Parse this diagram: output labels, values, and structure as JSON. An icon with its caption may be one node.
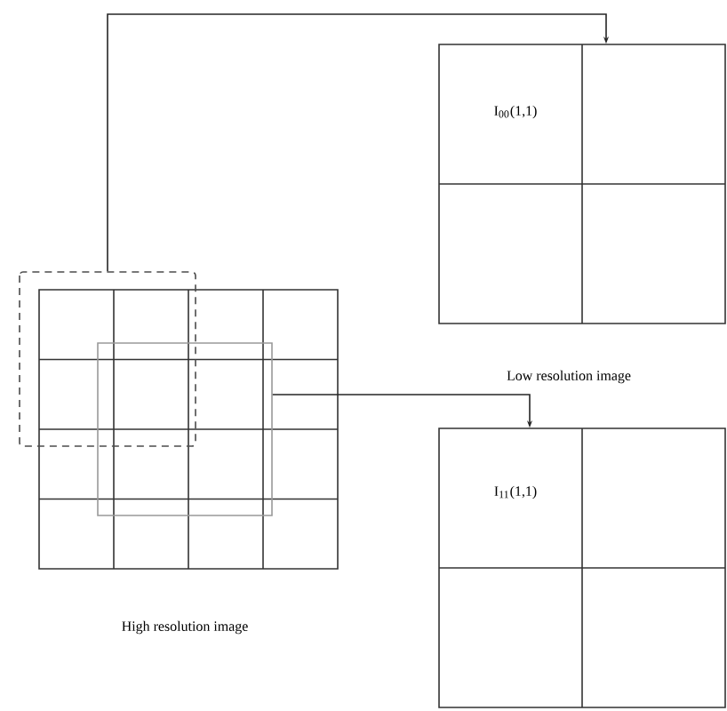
{
  "diagram": {
    "nodes": [
      {
        "text": [],
        "shape": "box",
        "beside": [
          "High resolution image"
        ]
      },
      {
        "text": [],
        "shape": "box"
      },
      {
        "text": [],
        "shape": "box",
        "in": 0
      },
      {
        "text": [
          "I$_{00}$(1,1)"
        ]
      },
      {
        "text": [
          "I$_{11}$(1,1)"
        ]
      }
    ],
    "edges": [
      {
        "from": 1,
        "to": 3,
        "arrow": "to"
      },
      {
        "from": 2,
        "to": 4,
        "arrow": "to"
      }
    ],
    "labels": [
      "Low resolution image"
    ]
  }
}
